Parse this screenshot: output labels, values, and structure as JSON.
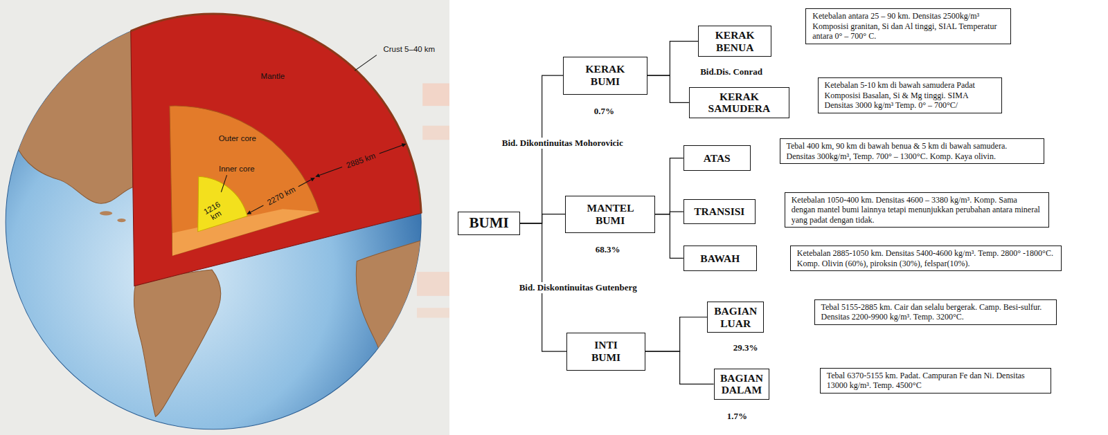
{
  "diagram": {
    "nodes": [
      {
        "text": [
          "BUMI"
        ]
      },
      {
        "text": [
          "KERAK BUMI"
        ]
      },
      {
        "text": [
          "KERAK BENUA"
        ]
      },
      {
        "text": [
          "Ketebalan antara 25 – 90 km. Densitas 2500kg/m³ Komposisi granitan, Si dan Al tinggi, SIAL Temperatur antara 0° – 700° C."
        ]
      },
      {
        "text": [
          "KERAK SAMUDERA"
        ]
      },
      {
        "text": [
          "Ketebalan 5-10 km di bawah samudera Padat Komposisi Basalan, Si & Mg tinggi. SIMA Densitas 3000 kg/m³ Temp. 0° – 700°C/"
        ]
      },
      {
        "text": [
          "MANTEL BUMI"
        ]
      },
      {
        "text": [
          "ATAS"
        ]
      },
      {
        "text": [
          "Tebal 400 km, 90 km di bawah benua & 5 km di bawah samudera. Densitas 300kg/m³, Temp. 700° – 1300°C. Komp. Kaya olivin."
        ]
      },
      {
        "text": [
          "TRANSISI"
        ]
      },
      {
        "text": [
          "Ketebalan 1050-400 km. Densitas 4600 – 3380 kg/m³. Komp. Sama dengan mantel bumi lainnya tetapi menunjukkan perubahan antara mineral yang padat dengan tidak."
        ]
      },
      {
        "text": [
          "BAWAH"
        ]
      },
      {
        "text": [
          "Ketebalan 2885-1050 km. Densitas 5400-4600 kg/m³. Temp. 2800° -1800°C. Komp. Olivin (60%), piroksin (30%), felspar(10%)."
        ]
      },
      {
        "text": [
          "INTI BUMI"
        ]
      },
      {
        "text": [
          "BAGIAN LUAR"
        ]
      },
      {
        "text": [
          "Tebal 5155-2885 km. Cair dan selalu bergerak. Camp. Besi-sulfur. Densitas 2200-9900 kg/m³. Temp. 3200°C."
        ]
      },
      {
        "text": [
          "BAGIAN DALAM"
        ]
      },
      {
        "text": [
          "Tebal 6370-5155 km. Padat. Campuran Fe dan Ni. Densitas 13000 kg/m³. Temp. 4500°C"
        ]
      }
    ],
    "edges": [
      {
        "from": 0,
        "to": 1,
        "arrow": "none"
      },
      {
        "from": 0,
        "to": 6,
        "arrow": "none"
      },
      {
        "from": 0,
        "to": 13,
        "arrow": "none"
      },
      {
        "from": 1,
        "to": 2,
        "arrow": "none"
      },
      {
        "from": 1,
        "to": 4,
        "arrow": "none"
      },
      {
        "from": 6,
        "to": 7,
        "arrow": "none"
      },
      {
        "from": 6,
        "to": 9,
        "arrow": "none"
      },
      {
        "from": 6,
        "to": 11,
        "arrow": "none"
      },
      {
        "from": 13,
        "to": 14,
        "arrow": "none"
      },
      {
        "from": 13,
        "to": 16,
        "arrow": "none"
      }
    ],
    "labels": [
      "Crust 5–40 km",
      "Mantle",
      "Outer core",
      "Inner core",
      "2885 km",
      "2270 km",
      "1216 km",
      "Bid.Dis. Conrad",
      "0.7%",
      "Bid. Dikontinuitas Mohorovicic",
      "68.3%",
      "Bid. Diskontinuitas Gutenberg",
      "29.3%",
      "1.7%"
    ]
  }
}
